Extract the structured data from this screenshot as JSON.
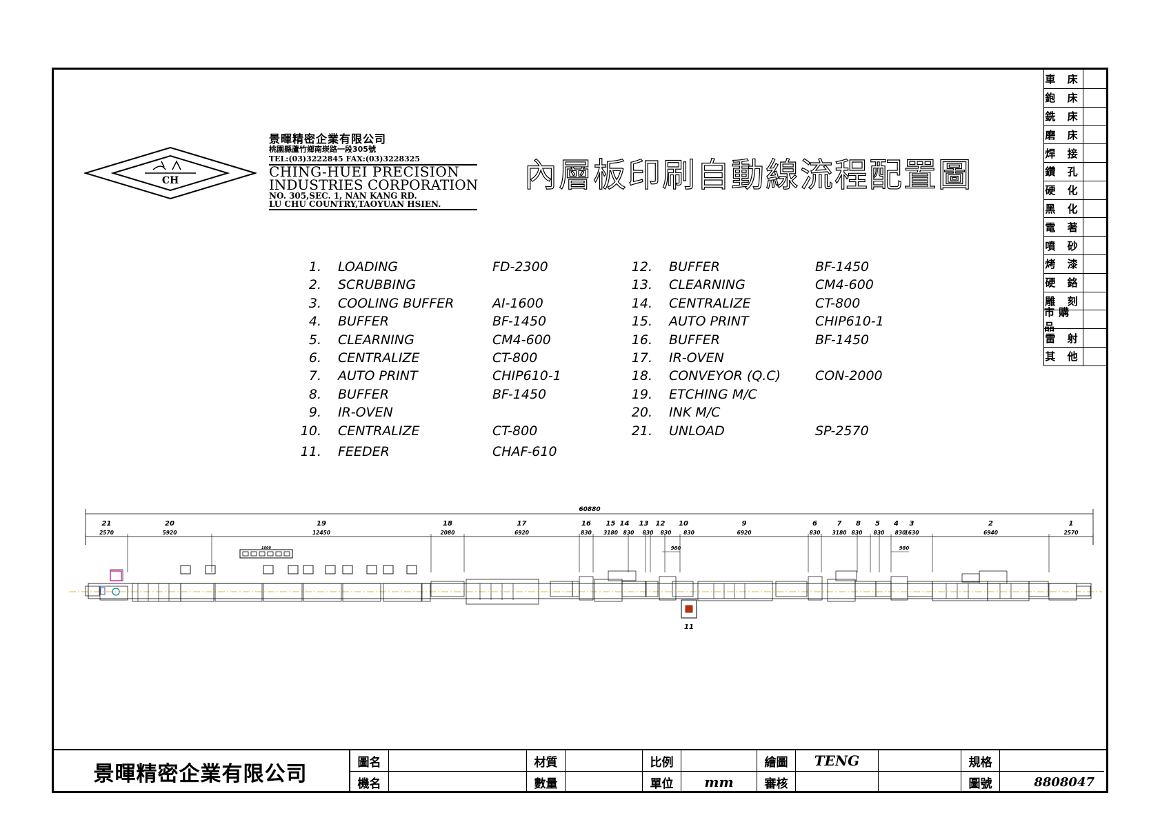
{
  "company_logo_text": "CH",
  "company_header": {
    "name_cn": "景暉精密企業有限公司",
    "address_cn": "桃園縣蘆竹鄉南崁路一段305號",
    "tel_fax": "TEL:(03)3222845  FAX:(03)3228325",
    "name_en_1": "CHING-HUEI  PRECISION",
    "name_en_2": "INDUSTRIES  CORPORATION",
    "addr_en_1": "NO. 305,SEC. 1, NAN KANG RD.",
    "addr_en_2": "LU CHU COUNTRY,TAOYUAN HSIEN."
  },
  "drawing_title": "內層板印刷自動線流程配置圖",
  "categories": [
    "車 床",
    "鉋 床",
    "銑 床",
    "磨 床",
    "焊 接",
    "鑽 孔",
    "硬 化",
    "黑 化",
    "電 著",
    "噴 砂",
    "烤 漆",
    "硬 鉻",
    "雕 刻",
    "市購品",
    "雷 射",
    "其 他"
  ],
  "process_list": [
    {
      "no": "1.",
      "name": "LOADING",
      "model": "FD-2300"
    },
    {
      "no": "2.",
      "name": "SCRUBBING",
      "model": ""
    },
    {
      "no": "3.",
      "name": "COOLING  BUFFER",
      "model": "AI-1600"
    },
    {
      "no": "4.",
      "name": "BUFFER",
      "model": "BF-1450"
    },
    {
      "no": "5.",
      "name": "CLEARNING",
      "model": "CM4-600"
    },
    {
      "no": "6.",
      "name": "CENTRALIZE",
      "model": "CT-800"
    },
    {
      "no": "7.",
      "name": "AUTO  PRINT",
      "model": "CHIP610-1"
    },
    {
      "no": "8.",
      "name": "BUFFER",
      "model": "BF-1450"
    },
    {
      "no": "9.",
      "name": "IR-OVEN",
      "model": ""
    },
    {
      "no": "10.",
      "name": "CENTRALIZE",
      "model": "CT-800"
    },
    {
      "no": "11.",
      "name": "FEEDER",
      "model": "CHAF-610"
    },
    {
      "no": "12.",
      "name": "BUFFER",
      "model": "BF-1450"
    },
    {
      "no": "13.",
      "name": "CLEARNING",
      "model": "CM4-600"
    },
    {
      "no": "14.",
      "name": "CENTRALIZE",
      "model": "CT-800"
    },
    {
      "no": "15.",
      "name": "AUTO  PRINT",
      "model": "CHIP610-1"
    },
    {
      "no": "16.",
      "name": "BUFFER",
      "model": "BF-1450"
    },
    {
      "no": "17.",
      "name": "IR-OVEN",
      "model": ""
    },
    {
      "no": "18.",
      "name": "CONVEYOR  (Q.C)",
      "model": "CON-2000"
    },
    {
      "no": "19.",
      "name": "ETCHING  M/C",
      "model": ""
    },
    {
      "no": "20.",
      "name": "INK  M/C",
      "model": ""
    },
    {
      "no": "21.",
      "name": "UNLOAD",
      "model": "SP-2570"
    }
  ],
  "layout": {
    "total_length": "60880",
    "stations": [
      {
        "id": "21",
        "length": "2570"
      },
      {
        "id": "20",
        "length": "5920"
      },
      {
        "id": "19",
        "length": "12450"
      },
      {
        "id": "18",
        "length": "2080"
      },
      {
        "id": "17",
        "length": "6920"
      },
      {
        "id": "16",
        "length": "830"
      },
      {
        "id": "15",
        "length": "3180"
      },
      {
        "id": "14",
        "length": "830"
      },
      {
        "id": "13",
        "length": "830"
      },
      {
        "id": "12",
        "length": "830"
      },
      {
        "id": "10",
        "length": "830"
      },
      {
        "id": "9",
        "length": "6920"
      },
      {
        "id": "6",
        "length": "830"
      },
      {
        "id": "7",
        "length": "3180"
      },
      {
        "id": "8",
        "length": "830"
      },
      {
        "id": "5",
        "length": "830"
      },
      {
        "id": "4",
        "length": "830"
      },
      {
        "id": "3",
        "length": "1630"
      },
      {
        "id": "2",
        "length": "6940"
      },
      {
        "id": "1",
        "length": "2570"
      }
    ],
    "sub_dim_a": "980",
    "sub_dim_b": "980",
    "feeder_label": "11",
    "panel_label": "1000"
  },
  "title_block": {
    "company": "景暉精密企業有限公司",
    "label_drawing_name": "圖名",
    "label_machine_name": "機名",
    "label_material": "材質",
    "label_quantity": "數量",
    "label_scale": "比例",
    "label_unit": "單位",
    "unit_value": "mm",
    "label_drawn": "繪圖",
    "drawn_value": "TENG",
    "label_check": "審核",
    "label_spec": "規格",
    "label_drawing_no": "圖號",
    "drawing_no_value": "8808047"
  }
}
